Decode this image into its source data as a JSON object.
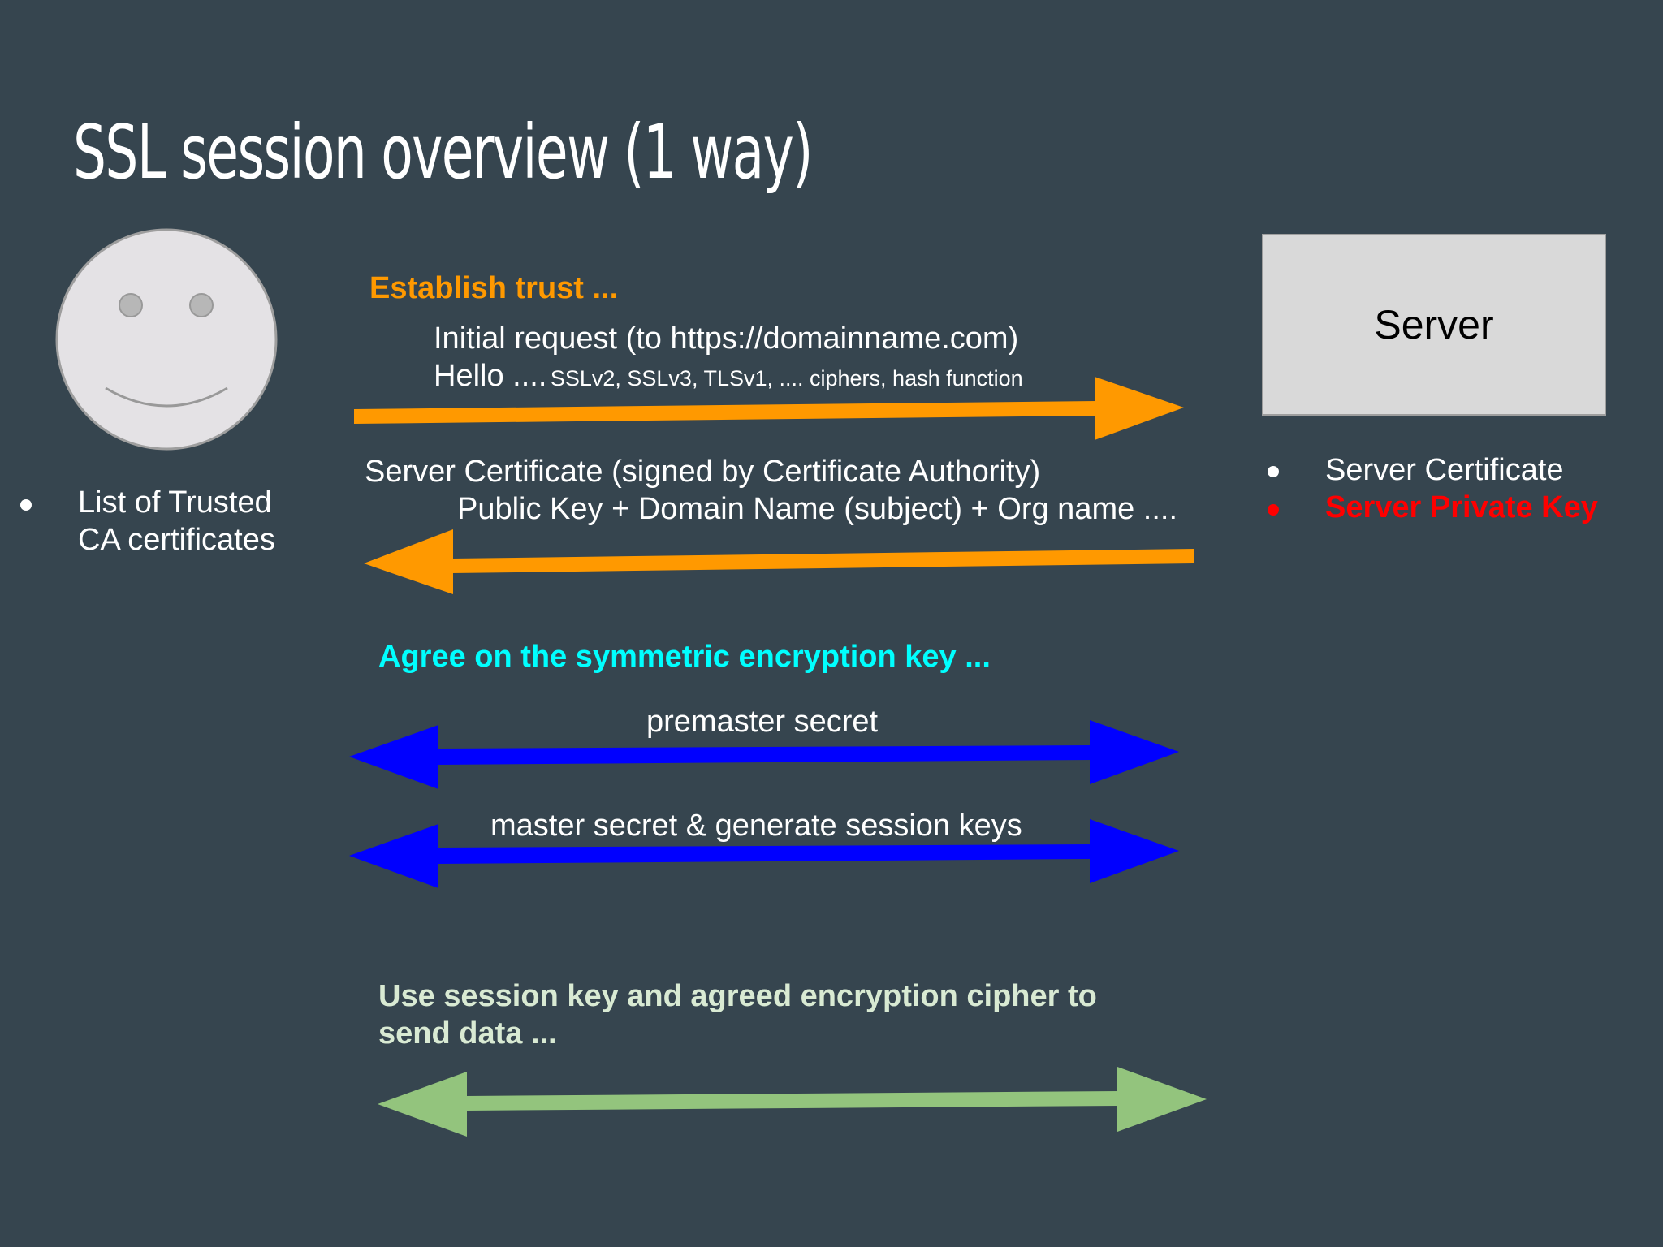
{
  "title": "SSL session overview (1 way)",
  "client": {
    "icon": "smiley-face-icon",
    "trusted_list": [
      "List of Trusted",
      "CA certificates"
    ]
  },
  "server": {
    "label": "Server",
    "items": [
      {
        "text": "Server Certificate",
        "color": "#ffffff"
      },
      {
        "text": "Server Private Key",
        "color": "#ff0000"
      }
    ]
  },
  "sections": {
    "trust": {
      "heading": "Establish trust ...",
      "color": "#ff9900",
      "request_line1": "Initial request (to https://domainname.com)",
      "request_hello": "Hello ....",
      "request_hello_detail": "SSLv2, SSLv3, TLSv1, .... ciphers, hash function",
      "response_line1": "Server Certificate (signed by Certificate Authority)",
      "response_line2": "Public Key + Domain Name (subject) + Org name ...."
    },
    "key": {
      "heading": "Agree on the symmetric encryption key ...",
      "color": "#00ffff",
      "arrow_color": "#0000ff",
      "step1": "premaster secret",
      "step2": "master secret & generate session keys"
    },
    "data": {
      "heading_line1": "Use session key and agreed encryption cipher to",
      "heading_line2": "send data ...",
      "color": "#d9ead3",
      "arrow_color": "#93c47d"
    }
  }
}
